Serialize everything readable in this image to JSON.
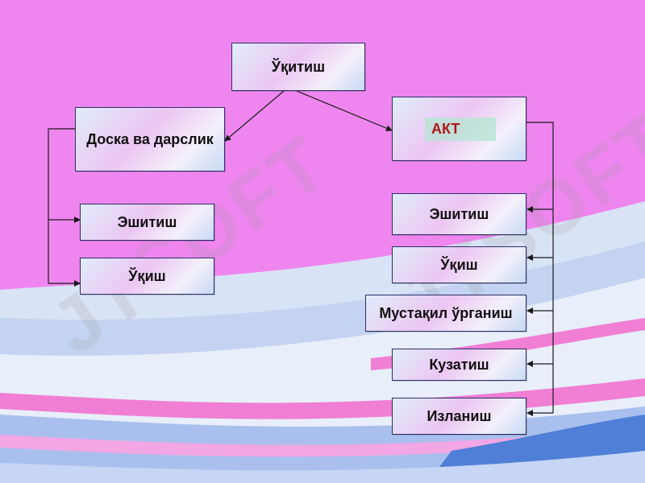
{
  "diagram": {
    "nodes": {
      "root": "Ўқитиш",
      "left_main": "Доска ва дарслик",
      "right_main": "АКТ",
      "left_children": [
        "Эшитиш",
        "Ўқиш"
      ],
      "right_children": [
        "Эшитиш",
        "Ўқиш",
        "Мустақил ўрганиш",
        "Кузатиш",
        "Изланиш"
      ]
    }
  },
  "watermark": "JTSOFT",
  "colors": {
    "background": "#ef86ef",
    "node_border": "#2b2f6b",
    "akt_text": "#b01818",
    "line": "#1a1a1a"
  }
}
